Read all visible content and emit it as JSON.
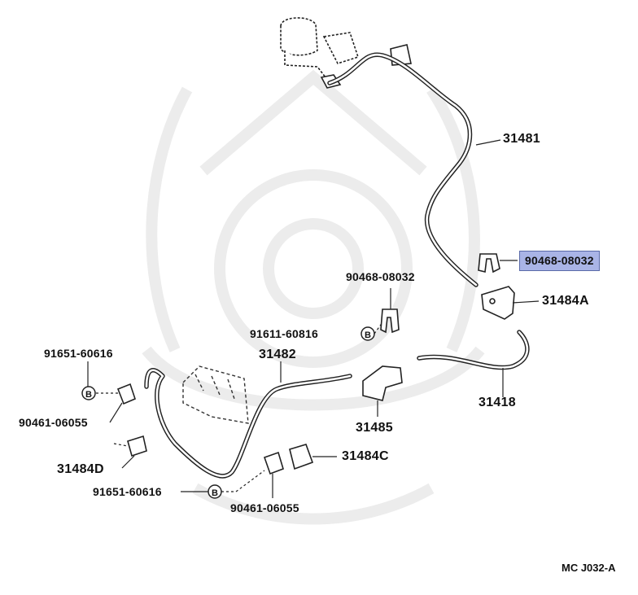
{
  "diagram": {
    "parts": {
      "p31481": "31481",
      "p90468_top": "90468-08032",
      "p31484A": "31484A",
      "p90468_mid": "90468-08032",
      "p91611": "91611-60816",
      "p31482": "31482",
      "p31418": "31418",
      "p91651_a": "91651-60616",
      "p90461_a": "90461-06055",
      "p31485": "31485",
      "p31484C": "31484C",
      "p31484D": "31484D",
      "p91651_b": "91651-60616",
      "p90461_b": "90461-06055"
    },
    "bolt_marker": "B",
    "reference_code": "MC J032-A",
    "highlight_color": "#a9b4e6"
  }
}
